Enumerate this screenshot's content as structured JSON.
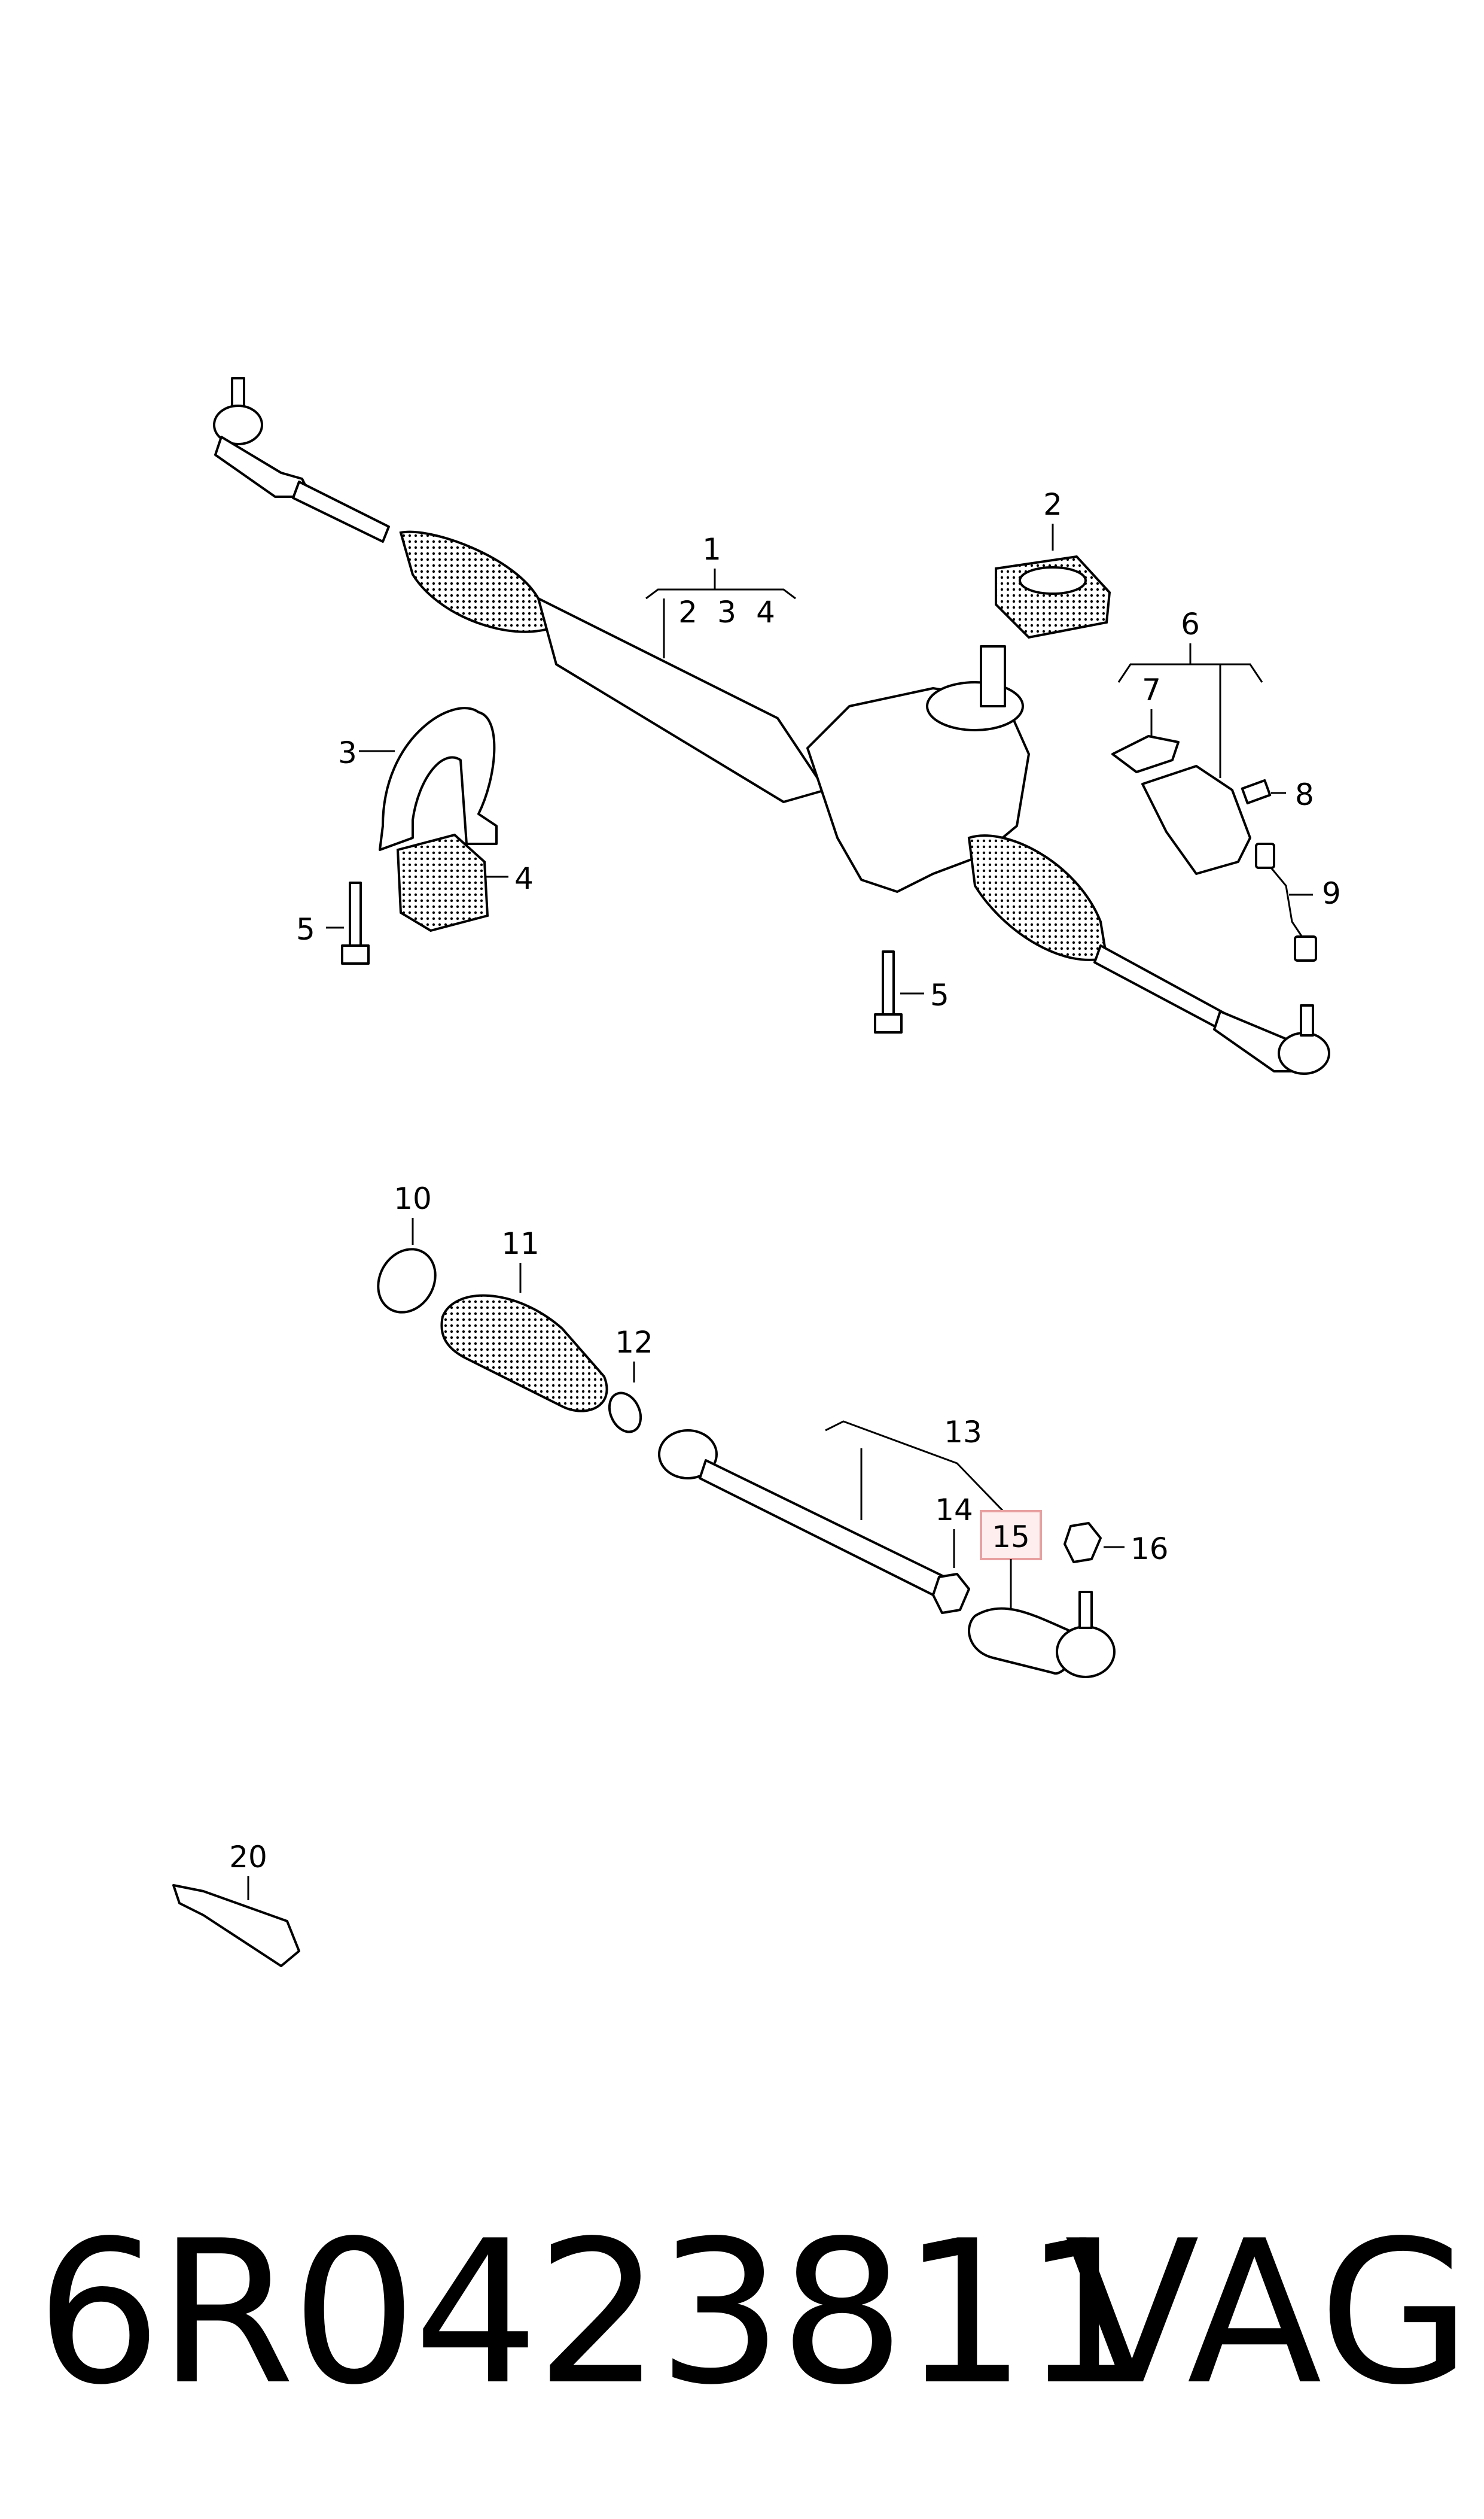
{
  "callouts": {
    "c1": "1",
    "c1_2": "2",
    "c1_3": "3",
    "c1_4": "4",
    "c2": "2",
    "c3": "3",
    "c4": "4",
    "c5a": "5",
    "c5b": "5",
    "c6": "6",
    "c7": "7",
    "c8": "8",
    "c9": "9",
    "c10": "10",
    "c11": "11",
    "c12": "12",
    "c13": "13",
    "c14": "14",
    "c15": "15",
    "c16": "16",
    "c20": "20"
  },
  "highlight": {
    "part": "15",
    "color": "#e8a0a0"
  },
  "footer": {
    "part_number": "6R0423811",
    "brand": "VAG"
  }
}
